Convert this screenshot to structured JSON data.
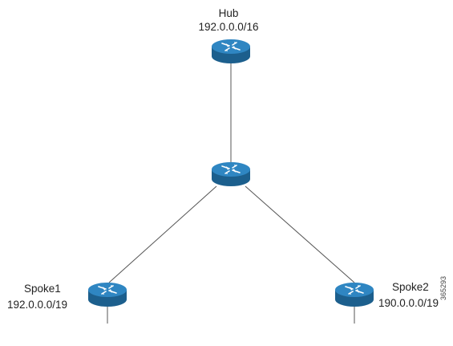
{
  "nodes": {
    "hub": {
      "name": "Hub",
      "network": "192.0.0.0/16"
    },
    "spoke1": {
      "name": "Spoke1",
      "network": "192.0.0.0/19"
    },
    "spoke2": {
      "name": "Spoke2",
      "network": "190.0.0.0/19"
    }
  },
  "figure_id": "365293",
  "colors": {
    "router_body": "#1f6fa3",
    "router_top": "#2f86c2",
    "link": "#555555"
  }
}
